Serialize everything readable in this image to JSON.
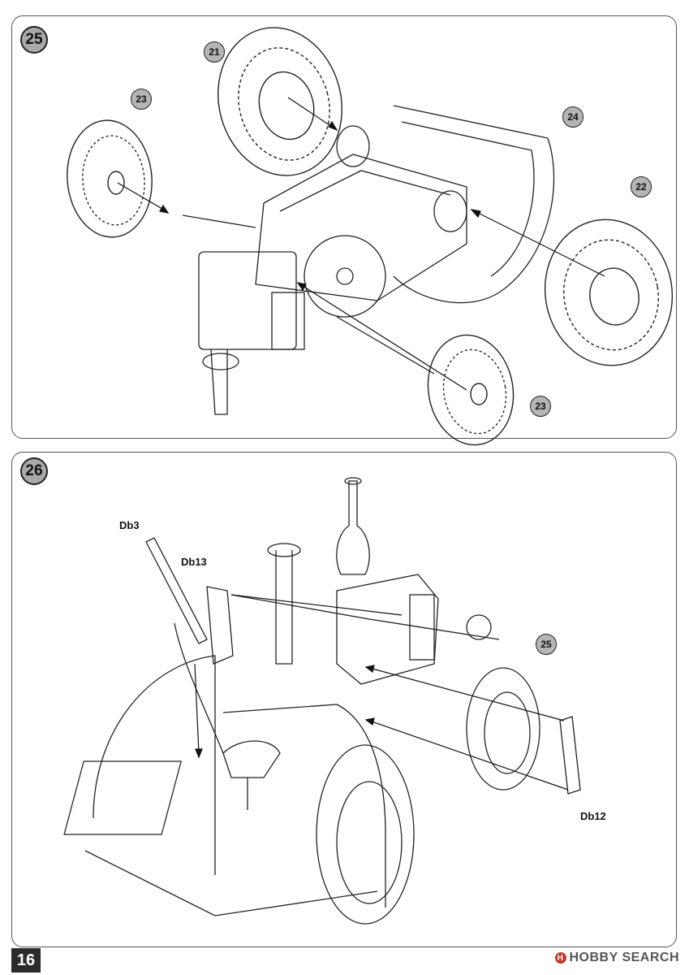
{
  "page_number": "16",
  "watermark": {
    "brand": "HOBBY SEARCH",
    "logo_icon": "hobby-search-logo-icon"
  },
  "steps": [
    {
      "number": "25",
      "callouts": [
        "21",
        "23",
        "24",
        "22",
        "23"
      ]
    },
    {
      "number": "26",
      "callouts": [
        "25"
      ],
      "labels": [
        "Db3",
        "Db13",
        "Db12"
      ]
    }
  ]
}
